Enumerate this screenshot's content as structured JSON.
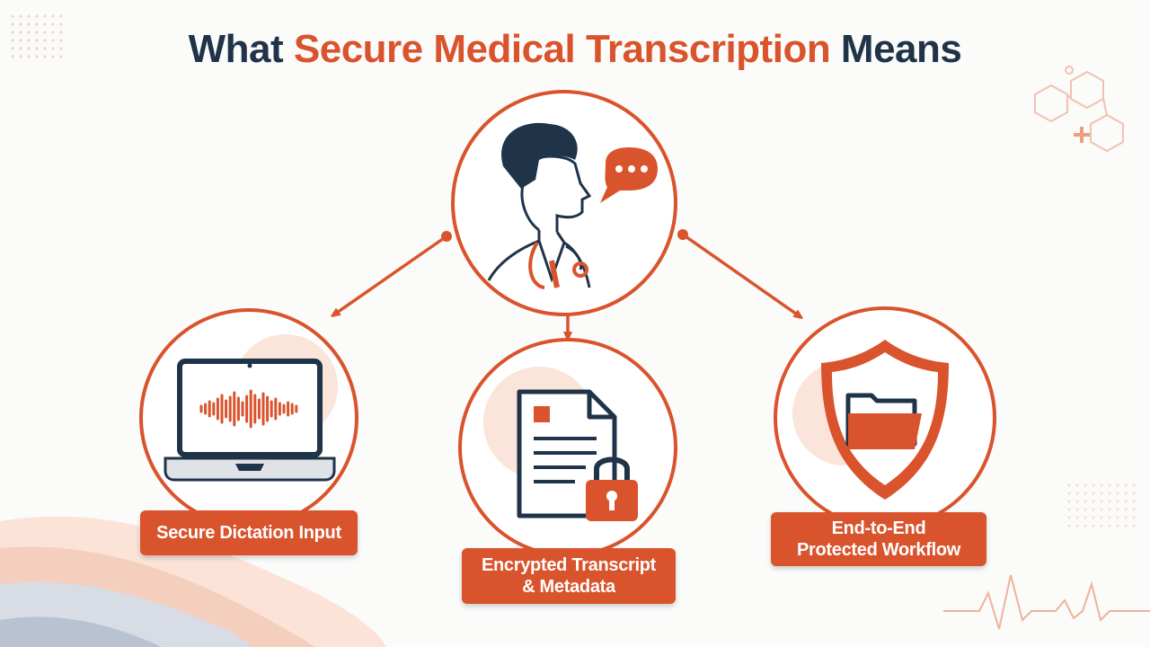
{
  "title": {
    "prefix": "What ",
    "highlight": "Secure Medical Transcription",
    "suffix": " Means"
  },
  "colors": {
    "navy": "#1f3349",
    "accent": "#d9532c",
    "accent_light": "#f6d8cc",
    "background": "#fbfbfa"
  },
  "nodes": {
    "center": {
      "icon": "doctor-speaking-icon"
    },
    "left": {
      "icon": "laptop-waveform-icon",
      "label_lines": [
        "Secure Dictation Input"
      ]
    },
    "middle": {
      "icon": "document-lock-icon",
      "label_lines": [
        "Encrypted Transcript",
        "& Metadata"
      ]
    },
    "right": {
      "icon": "shield-folder-icon",
      "label_lines": [
        "End-to-End",
        "Protected Workflow"
      ]
    }
  }
}
